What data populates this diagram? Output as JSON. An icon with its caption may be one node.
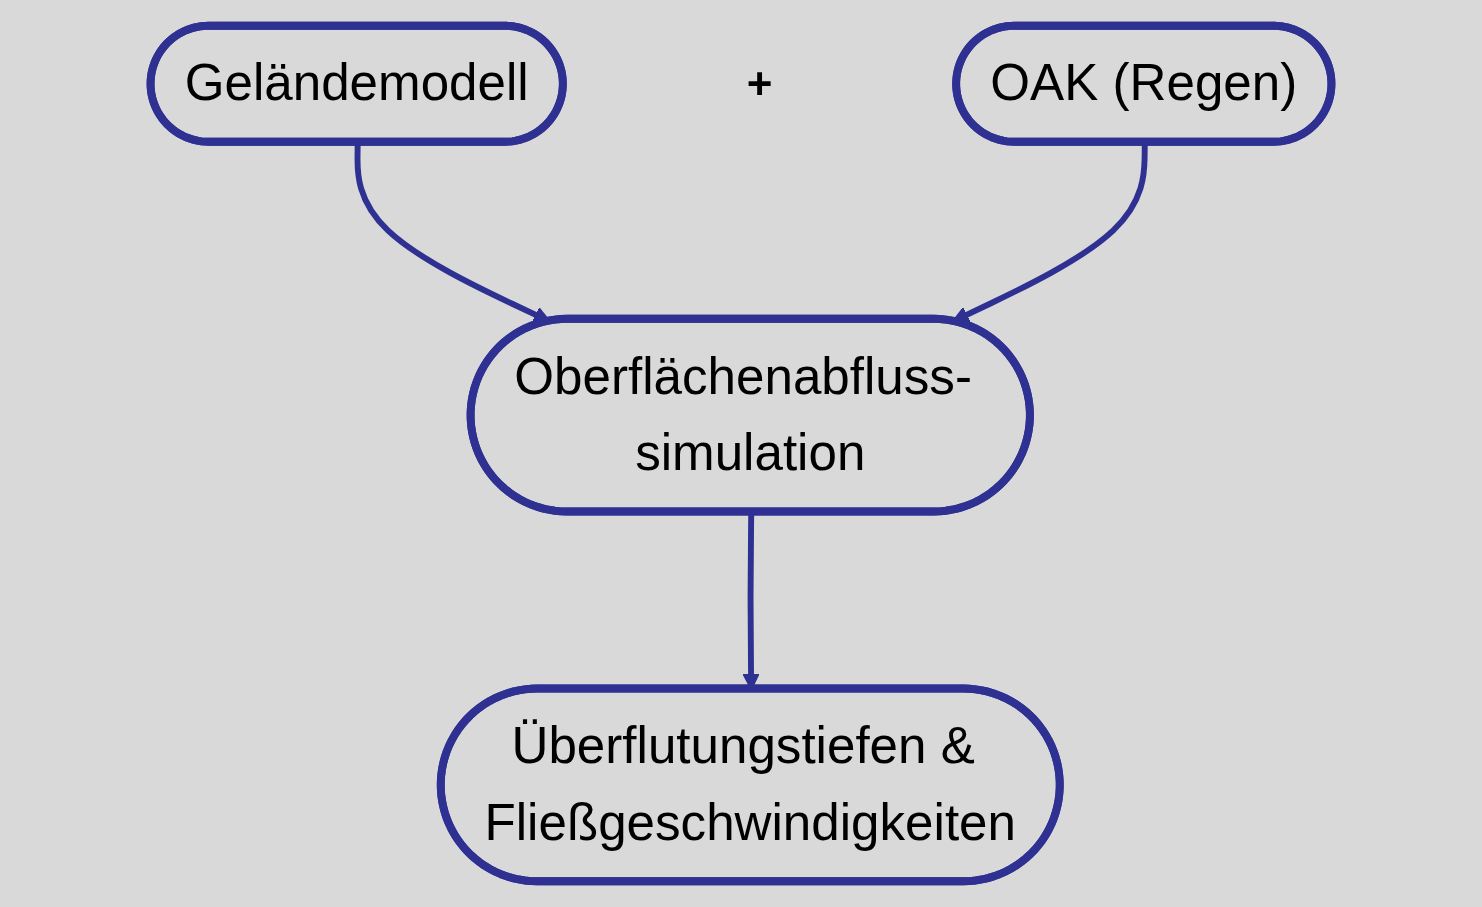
{
  "diagram": {
    "nodes": [
      {
        "text": [
          "Geländemodell"
        ]
      },
      {
        "text": [
          "OAK (Regen)"
        ]
      },
      {
        "text": [
          "Oberflächenabfluss- simulation"
        ]
      },
      {
        "text": [
          "Überflutungstiefen & Fließgeschwindigkeiten"
        ]
      }
    ],
    "edges": [
      {
        "from": 0,
        "to": 2,
        "arrow": "to"
      },
      {
        "from": 1,
        "to": 2,
        "arrow": "to"
      },
      {
        "from": 2,
        "to": 3,
        "arrow": "to"
      }
    ],
    "labels": [
      "+"
    ]
  }
}
